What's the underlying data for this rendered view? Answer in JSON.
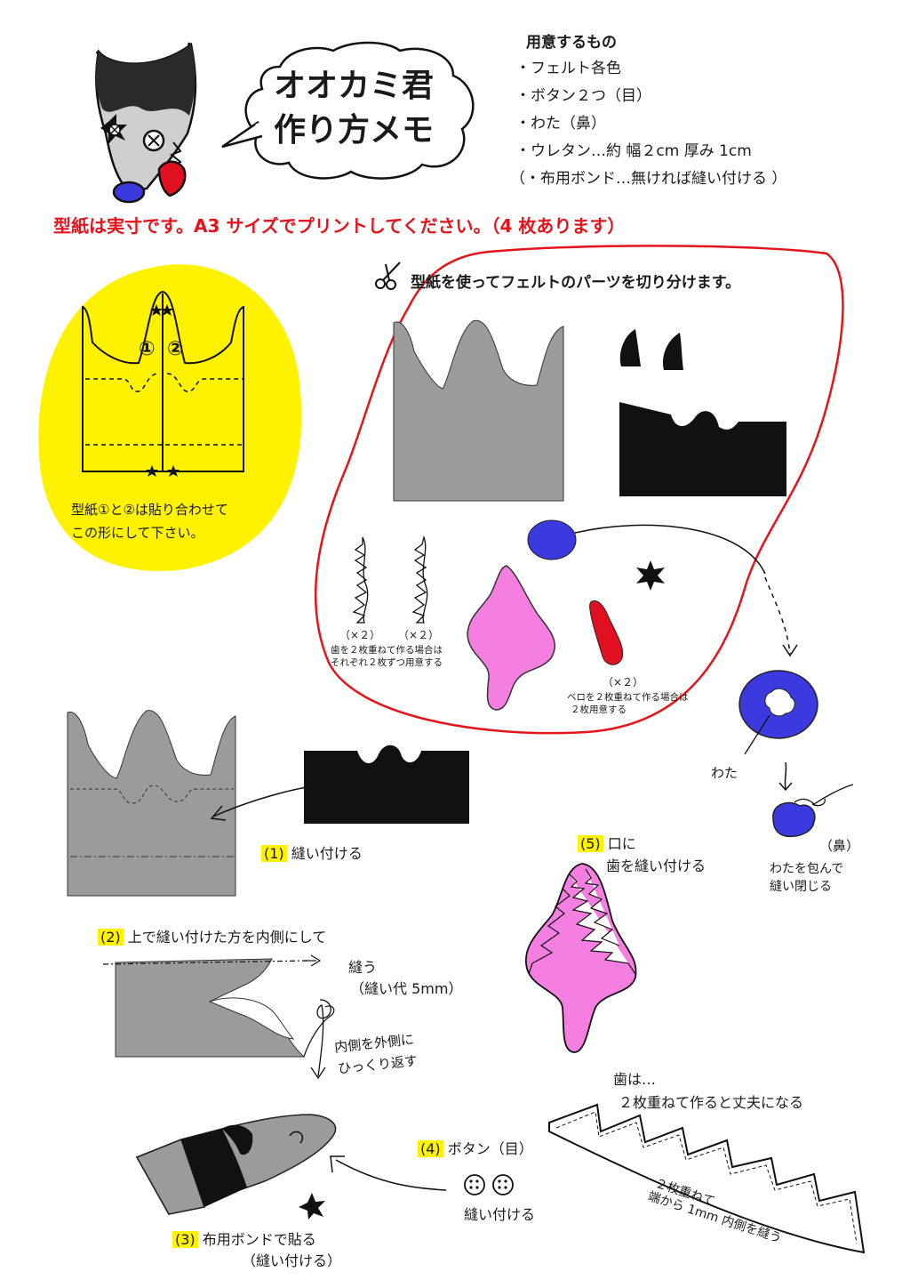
{
  "title": [
    "オオカミ君",
    "作り方メモ"
  ],
  "materials": {
    "heading": "用意するもの",
    "items": [
      "・フェルト各色",
      "・ボタン２つ（目）",
      "・わた（鼻）",
      "・ウレタン…約 幅２cm  厚み 1cm",
      "（・布用ボンド…無ければ縫い付ける ）"
    ]
  },
  "notice": "型紙は実寸です。A3 サイズでプリントしてください。（4 枚あります）",
  "pattern_note": [
    "型紙①と②は貼り合わせて",
    "この形にして下さい。"
  ],
  "pattern_marks": [
    "①",
    "②"
  ],
  "parts": {
    "heading": "型紙を使ってフェルトのパーツを切り分けます。",
    "teeth_count_1": "（×２）",
    "teeth_count_2": "（×２）",
    "teeth_note": [
      "歯を２枚重ねて作る場合は",
      "それぞれ２枚ずつ用意する"
    ],
    "tongue_count": "（×２）",
    "tongue_note": [
      "ベロを２枚重ねて作る場合は",
      "２枚用意する"
    ]
  },
  "nose": {
    "wata": "わた",
    "label": "（鼻）",
    "note": [
      "わたを包んで",
      "縫い閉じる"
    ]
  },
  "steps": {
    "s1": {
      "num": "(1)",
      "text": "縫い付ける"
    },
    "s2": {
      "num": "(2)",
      "text": "上で縫い付けた方を内側にして"
    },
    "s2_sew": "縫う",
    "s2_margin": "（縫い代 5mm）",
    "s2_flip": [
      "内側を外側に",
      "ひっくり返す"
    ],
    "s3": {
      "num": "(3)",
      "text": "布用ボンドで貼る",
      "sub": "（縫い付ける）"
    },
    "s4": {
      "num": "(4)",
      "text": "ボタン（目）",
      "sub": "縫い付ける"
    },
    "s5": {
      "num": "(5)",
      "text": "口に",
      "sub": "歯を縫い付ける"
    }
  },
  "teeth_tip": {
    "title": [
      "歯は…",
      "２枚重ねて作ると丈夫になる"
    ],
    "note": [
      "２枚重ねて",
      "端から 1mm 内側を縫う"
    ]
  },
  "colors": {
    "red": "#e3141c",
    "yellow": "#fff200",
    "gray": "#9b9b9b",
    "black": "#111111",
    "blue": "#3a3adf",
    "pink": "#f57fe0",
    "tongue": "#e01020"
  }
}
